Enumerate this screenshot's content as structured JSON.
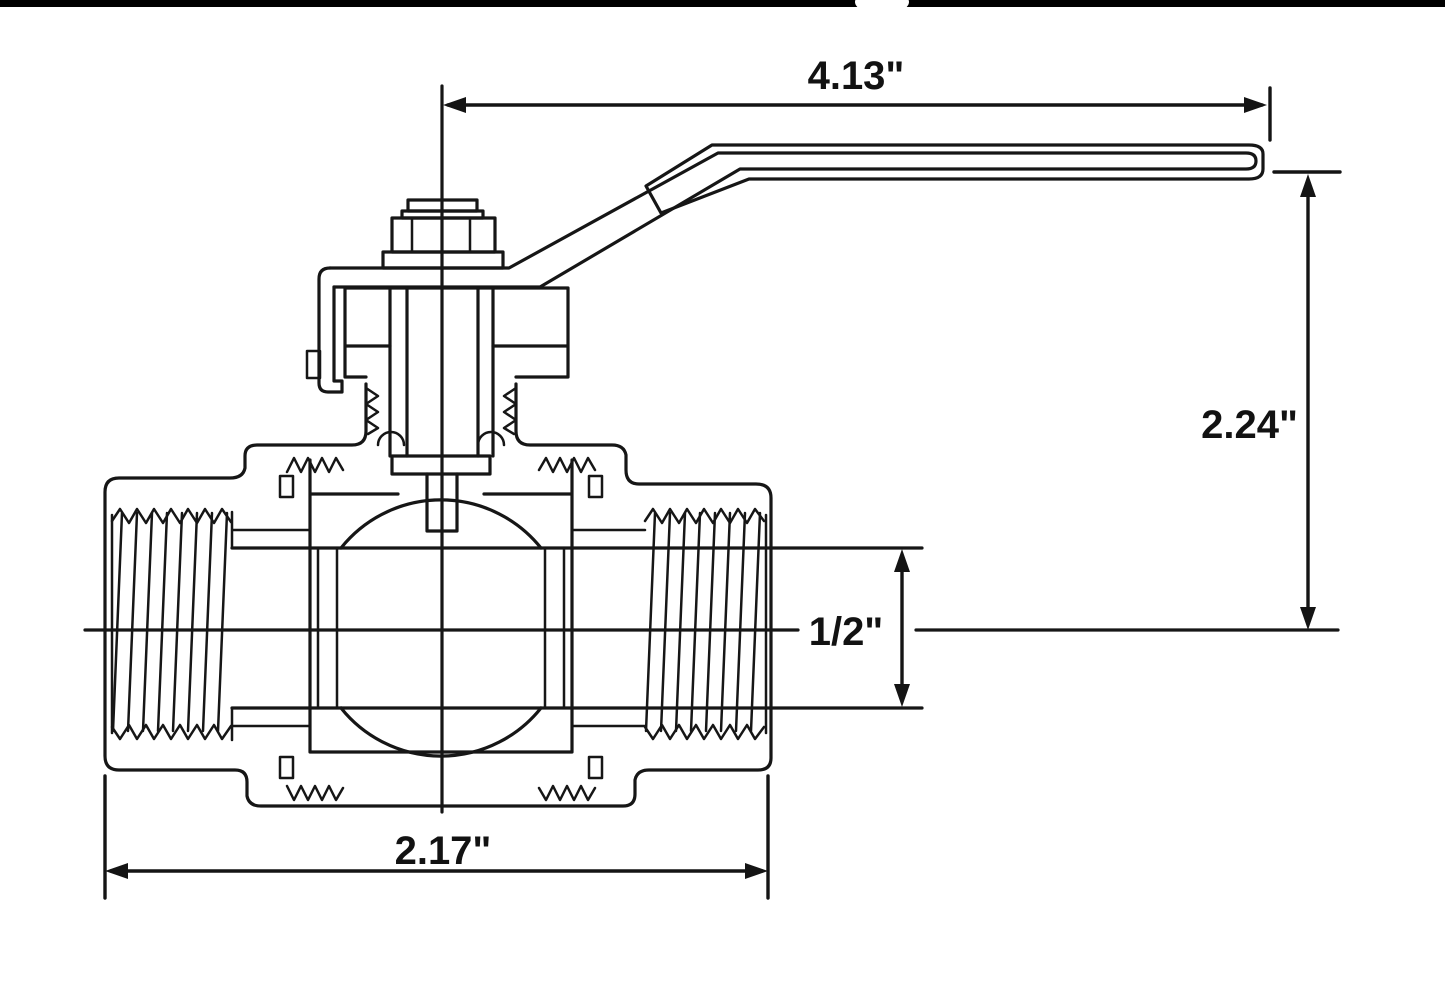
{
  "page": {
    "background": "#ffffff",
    "ink_color": "#161616",
    "artifact": "black top edge strip with white notch"
  },
  "drawing": {
    "type": "engineering-cross-section",
    "subject": "ball valve with lever handle, sectioned side view",
    "dimension_labels": {
      "handle_length": "4.13\"",
      "overall_height": "2.24\"",
      "bore_size": "1/2\"",
      "body_length": "2.17\""
    }
  }
}
